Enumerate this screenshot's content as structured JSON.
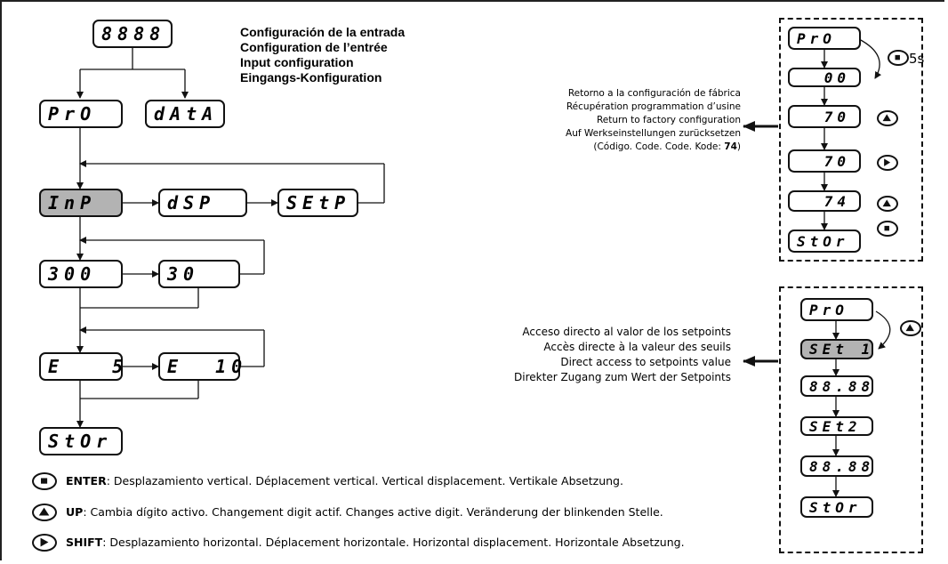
{
  "title_lines": [
    "Configuración de la entrada",
    "Configuration de l’entrée",
    "Input configuration",
    "Eingangs-Konfiguration"
  ],
  "main_flow": {
    "top": "8888",
    "pro": "PrO",
    "data": "dAtA",
    "inp": "InP",
    "dsp": "dSP",
    "setp": "SEtP",
    "v300": "300",
    "v30": "30",
    "e5": "E   5",
    "e10": "E  10",
    "stor": "StOr"
  },
  "reset_panel": {
    "pro": "PrO",
    "v00": "00",
    "v70a": "70",
    "v70b": "70",
    "v74": "74",
    "stor": "StOr",
    "hold_label": "5s",
    "description": [
      "Retorno a la configuración de fábrica",
      "Récupération programmation d’usine",
      "Return to factory configuration",
      "Auf Werkseinstellungen zurücksetzen"
    ],
    "code_prefix": "(Código. Code. Code. Kode: ",
    "code_value": "74",
    "code_suffix": ")"
  },
  "setpoint_panel": {
    "pro": "PrO",
    "set1": "SEt 1",
    "val1": "88.88",
    "set2": "SEt2",
    "val2": "88.88",
    "stor": "StOr",
    "description": [
      "Acceso directo al valor de los setpoints",
      "Accès directe à la valeur des seuils",
      "Direct access to setpoints value",
      "Direkter Zugang zum Wert der Setpoints"
    ]
  },
  "legend": [
    {
      "icon": "enter-button-icon",
      "key": "ENTER",
      "text": ": Desplazamiento vertical. Déplacement vertical. Vertical displacement. Vertikale Absetzung."
    },
    {
      "icon": "up-button-icon",
      "key": "UP",
      "text": ": Cambia dígito activo. Changement digit actif. Changes active digit. Veränderung der blinkenden Stelle."
    },
    {
      "icon": "shift-button-icon",
      "key": "SHIFT",
      "text": ": Desplazamiento horizontal. Déplacement horizontale. Horizontal displacement. Horizontale Absetzung."
    }
  ],
  "colors": {
    "highlight": "#b3b3b3",
    "line": "#111111"
  }
}
